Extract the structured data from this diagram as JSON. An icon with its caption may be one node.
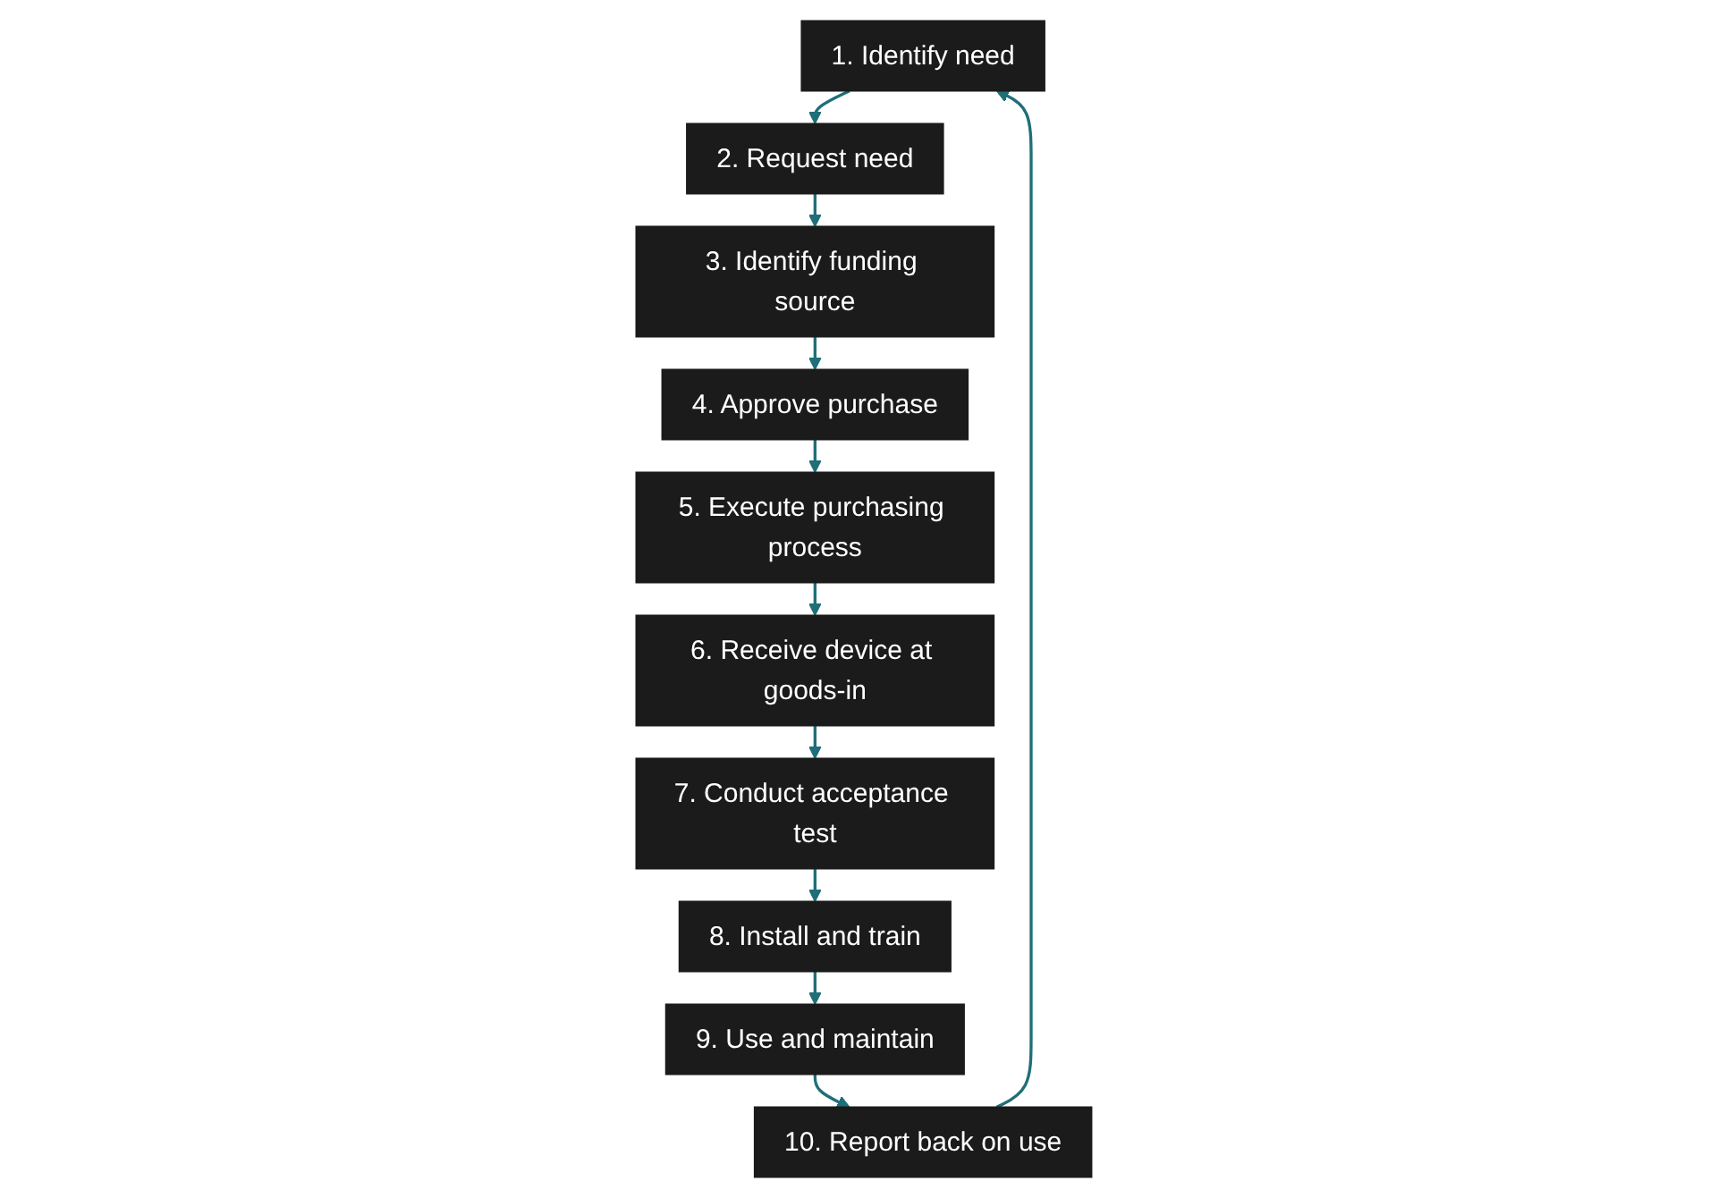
{
  "diagram": {
    "nodes": [
      {
        "text": [
          "1. Identify need"
        ]
      },
      {
        "text": [
          "2. Request need"
        ]
      },
      {
        "text": [
          "3. Identify funding source"
        ]
      },
      {
        "text": [
          "4. Approve purchase"
        ]
      },
      {
        "text": [
          "5. Execute purchasing process"
        ]
      },
      {
        "text": [
          "6. Receive device at goods-in"
        ]
      },
      {
        "text": [
          "7. Conduct acceptance test"
        ]
      },
      {
        "text": [
          "8. Install and train"
        ]
      },
      {
        "text": [
          "9. Use and maintain"
        ]
      },
      {
        "text": [
          "10. Report back on use"
        ]
      }
    ],
    "edges": [
      {
        "from": 0,
        "to": 1,
        "arrow": "to"
      },
      {
        "from": 1,
        "to": 2,
        "arrow": "to"
      },
      {
        "from": 2,
        "to": 3,
        "arrow": "to"
      },
      {
        "from": 3,
        "to": 4,
        "arrow": "to"
      },
      {
        "from": 4,
        "to": 5,
        "arrow": "to"
      },
      {
        "from": 5,
        "to": 6,
        "arrow": "to"
      },
      {
        "from": 6,
        "to": 7,
        "arrow": "to"
      },
      {
        "from": 7,
        "to": 8,
        "arrow": "to"
      },
      {
        "from": 8,
        "to": 9,
        "arrow": "to"
      },
      {
        "from": 9,
        "to": 0,
        "arrow": "to"
      }
    ]
  }
}
